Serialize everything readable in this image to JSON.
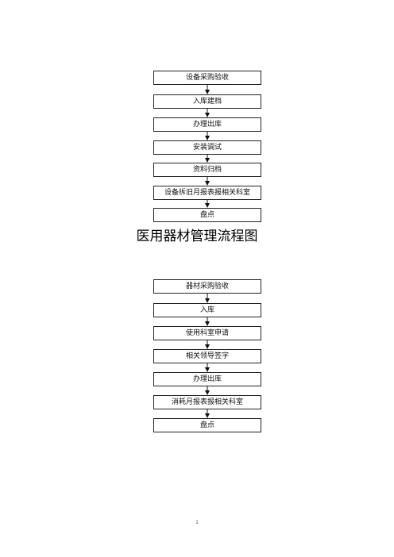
{
  "flow1": {
    "steps": [
      "设备采购验收",
      "入库建档",
      "办理出库",
      "安装调试",
      "资料归档",
      "设备拆旧月报表报相关科室",
      "盘点"
    ]
  },
  "title": "医用器材管理流程图",
  "flow2": {
    "steps": [
      "器材采购验收",
      "入库",
      "使用科室申请",
      "相关领导签字",
      "办理出库",
      "消耗月报表报相关科室",
      "盘点"
    ]
  },
  "page_number": "1"
}
